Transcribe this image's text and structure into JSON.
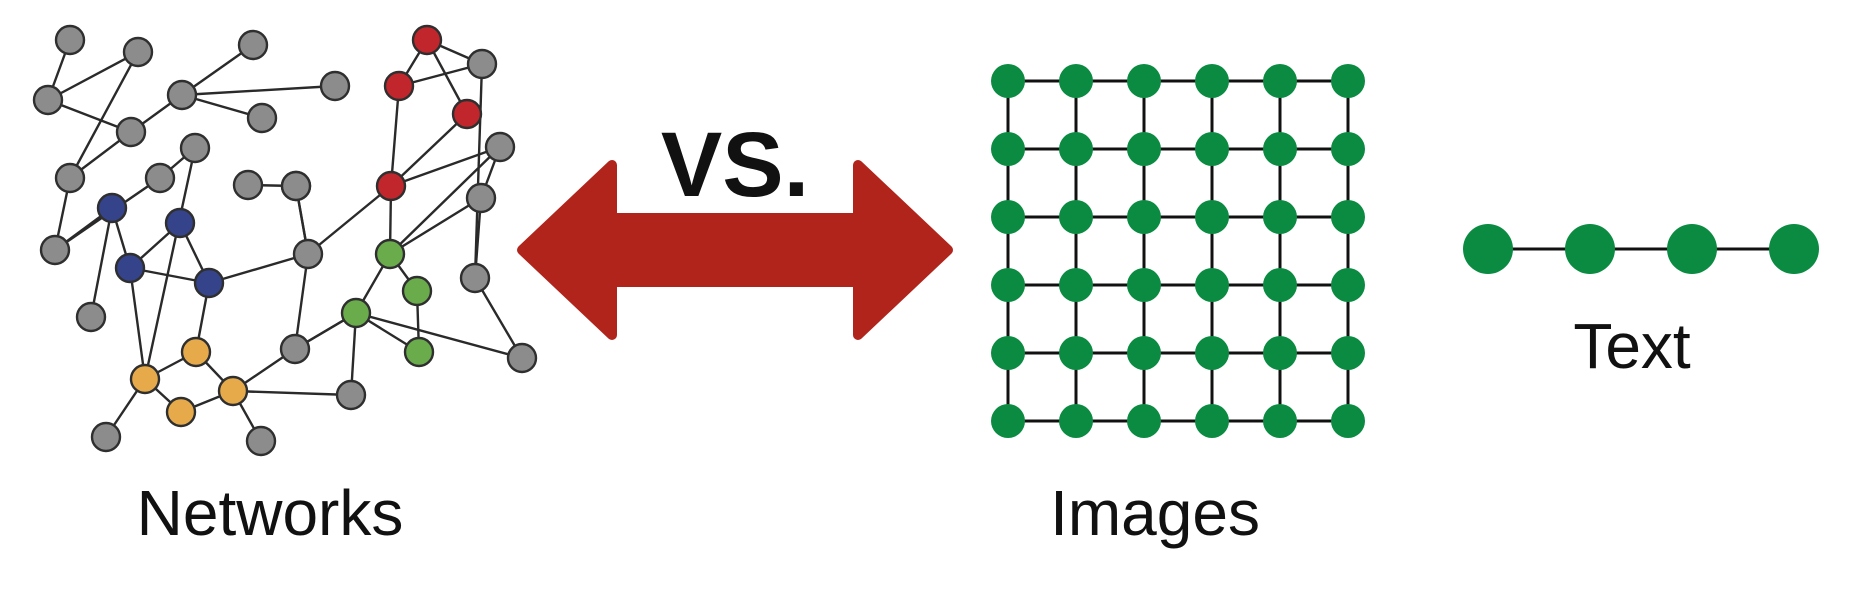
{
  "labels": {
    "networks": "Networks",
    "vs": "VS.",
    "images": "Images",
    "text": "Text"
  },
  "colors": {
    "node_gray": "#8c8c8c",
    "node_red": "#c0262b",
    "node_blue": "#34438a",
    "node_green": "#6aab4c",
    "node_orange": "#e6aa4b",
    "arrow": "#b0241c",
    "grid_node": "#0a8b41",
    "line": "#111111"
  },
  "icons": {
    "arrow": "double-headed-arrow-icon"
  },
  "network_graph": {
    "nodes": [
      {
        "id": 1,
        "group": "gray"
      },
      {
        "id": 2,
        "group": "gray"
      },
      {
        "id": 3,
        "group": "gray"
      },
      {
        "id": 4,
        "group": "gray"
      },
      {
        "id": 5,
        "group": "gray"
      },
      {
        "id": 6,
        "group": "gray"
      },
      {
        "id": 7,
        "group": "gray"
      },
      {
        "id": 8,
        "group": "gray"
      },
      {
        "id": 9,
        "group": "gray"
      },
      {
        "id": 10,
        "group": "gray"
      },
      {
        "id": 11,
        "group": "gray"
      },
      {
        "id": 12,
        "group": "gray"
      },
      {
        "id": 13,
        "group": "gray"
      },
      {
        "id": 14,
        "group": "gray"
      },
      {
        "id": 15,
        "group": "gray"
      },
      {
        "id": 16,
        "group": "gray"
      },
      {
        "id": 17,
        "group": "gray"
      },
      {
        "id": 18,
        "group": "gray"
      },
      {
        "id": 19,
        "group": "gray"
      },
      {
        "id": 20,
        "group": "gray"
      },
      {
        "id": 21,
        "group": "gray"
      },
      {
        "id": 22,
        "group": "gray"
      },
      {
        "id": 23,
        "group": "gray"
      },
      {
        "id": 24,
        "group": "gray"
      },
      {
        "id": 25,
        "group": "red"
      },
      {
        "id": 26,
        "group": "red"
      },
      {
        "id": 27,
        "group": "red"
      },
      {
        "id": 28,
        "group": "red"
      },
      {
        "id": 29,
        "group": "blue"
      },
      {
        "id": 30,
        "group": "blue"
      },
      {
        "id": 31,
        "group": "blue"
      },
      {
        "id": 32,
        "group": "blue"
      },
      {
        "id": 33,
        "group": "green"
      },
      {
        "id": 34,
        "group": "green"
      },
      {
        "id": 35,
        "group": "green"
      },
      {
        "id": 36,
        "group": "green"
      },
      {
        "id": 37,
        "group": "orange"
      },
      {
        "id": 38,
        "group": "orange"
      },
      {
        "id": 39,
        "group": "orange"
      },
      {
        "id": 40,
        "group": "orange"
      }
    ],
    "edges": [
      [
        1,
        2
      ],
      [
        2,
        3
      ],
      [
        2,
        4
      ],
      [
        3,
        5
      ],
      [
        4,
        5
      ],
      [
        4,
        6
      ],
      [
        6,
        7
      ],
      [
        6,
        8
      ],
      [
        6,
        13
      ],
      [
        5,
        9
      ],
      [
        9,
        29
      ],
      [
        9,
        10
      ],
      [
        29,
        11
      ],
      [
        29,
        30
      ],
      [
        10,
        12
      ],
      [
        12,
        37
      ],
      [
        30,
        37
      ],
      [
        30,
        31
      ],
      [
        30,
        32
      ],
      [
        31,
        32
      ],
      [
        32,
        38
      ],
      [
        37,
        38
      ],
      [
        37,
        39
      ],
      [
        37,
        21
      ],
      [
        38,
        40
      ],
      [
        39,
        40
      ],
      [
        40,
        22
      ],
      [
        40,
        18
      ],
      [
        40,
        20
      ],
      [
        14,
        15
      ],
      [
        15,
        17
      ],
      [
        16,
        17
      ],
      [
        17,
        32
      ],
      [
        17,
        18
      ],
      [
        17,
        28
      ],
      [
        28,
        27
      ],
      [
        27,
        25
      ],
      [
        25,
        26
      ],
      [
        26,
        28
      ],
      [
        25,
        24
      ],
      [
        24,
        26
      ],
      [
        28,
        23
      ],
      [
        23,
        19
      ],
      [
        23,
        33
      ],
      [
        28,
        33
      ],
      [
        33,
        34
      ],
      [
        33,
        35
      ],
      [
        34,
        36
      ],
      [
        35,
        36
      ],
      [
        35,
        18
      ],
      [
        35,
        20
      ],
      [
        33,
        19
      ],
      [
        19,
        41
      ],
      [
        41,
        24
      ],
      [
        35,
        42
      ],
      [
        42,
        41
      ],
      [
        18,
        35
      ]
    ],
    "extra_nodes": [
      {
        "id": 41,
        "group": "gray"
      },
      {
        "id": 42,
        "group": "gray"
      }
    ]
  },
  "grid": {
    "rows": 6,
    "cols": 6
  },
  "chain": {
    "count": 4
  }
}
